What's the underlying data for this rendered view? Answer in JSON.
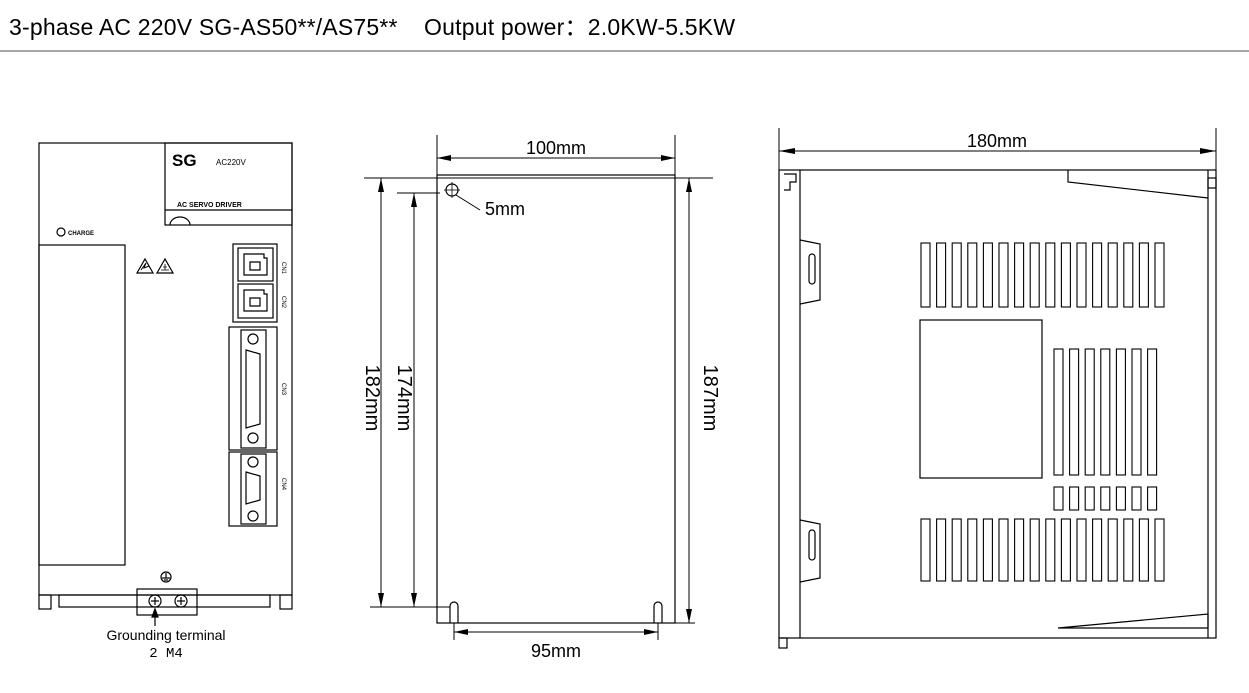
{
  "header": {
    "title": "3-phase AC 220V SG-AS50**/AS75**    Output power：2.0KW-5.5KW"
  },
  "front_view": {
    "brand": "SG",
    "voltage": "AC220V",
    "product": "AC SERVO DRIVER",
    "charge": "CHARGE",
    "connectors": [
      "CN1",
      "CN2",
      "CN3",
      "CN4"
    ],
    "ground_label_1": "Grounding terminal",
    "ground_label_2": "2  M4"
  },
  "mount_view": {
    "width_top": "100mm",
    "hole": "5mm",
    "height_outer": "182mm",
    "height_inner": "174mm",
    "height_right": "187mm",
    "width_bottom": "95mm"
  },
  "side_view": {
    "depth": "180mm"
  }
}
